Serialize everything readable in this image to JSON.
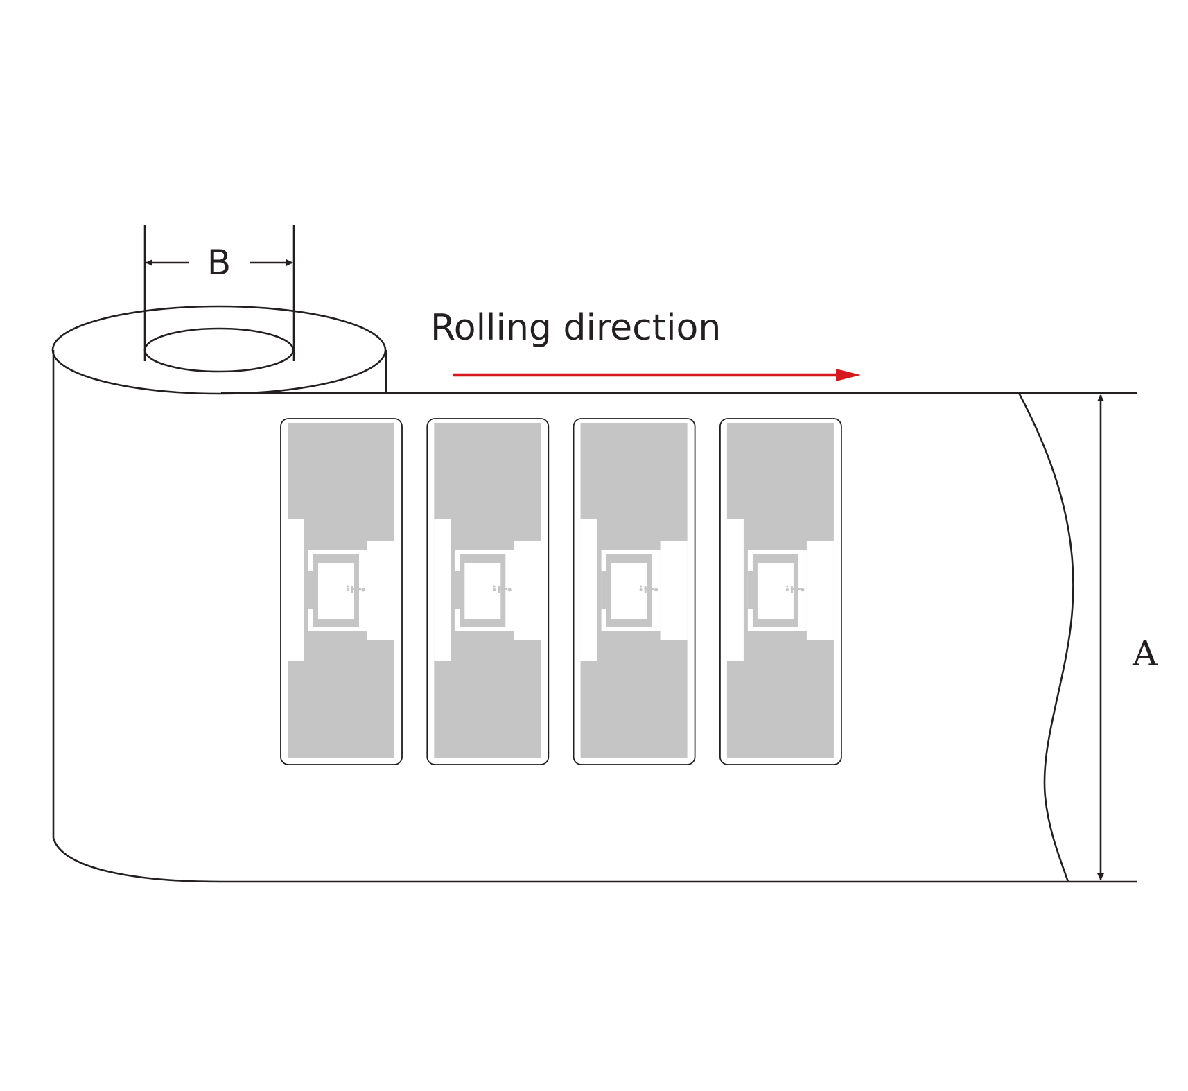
{
  "diagram": {
    "direction_label": "Rolling direction",
    "dimension_width_label": "A",
    "dimension_core_label": "B",
    "label_count": 4,
    "colors": {
      "arrow": "#d7191f",
      "antenna": "#c6c5c6",
      "line": "#231f20"
    }
  }
}
